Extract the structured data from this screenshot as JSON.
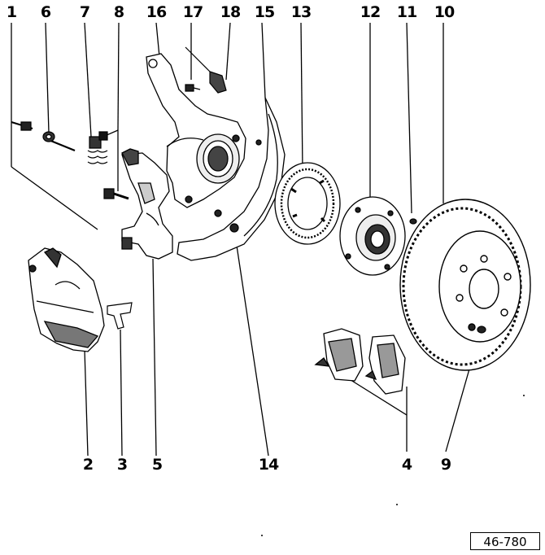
{
  "diagram": {
    "reference_code": "46-780",
    "part_numbers": {
      "p1": "1",
      "p2": "2",
      "p3": "3",
      "p4": "4",
      "p5": "5",
      "p6": "6",
      "p7": "7",
      "p8": "8",
      "p9": "9",
      "p10": "10",
      "p11": "11",
      "p12": "12",
      "p13": "13",
      "p14": "14",
      "p15": "15",
      "p16": "16",
      "p17": "17",
      "p18": "18"
    }
  }
}
